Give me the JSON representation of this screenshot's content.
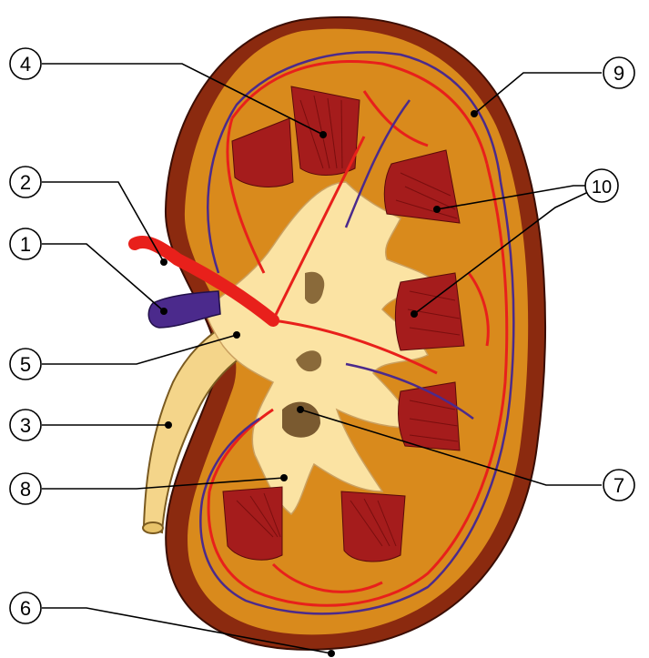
{
  "diagram": {
    "callouts": [
      {
        "id": "c1",
        "label": "1"
      },
      {
        "id": "c2",
        "label": "2"
      },
      {
        "id": "c3",
        "label": "3"
      },
      {
        "id": "c4",
        "label": "4"
      },
      {
        "id": "c5",
        "label": "5"
      },
      {
        "id": "c6",
        "label": "6"
      },
      {
        "id": "c7",
        "label": "7"
      },
      {
        "id": "c8",
        "label": "8"
      },
      {
        "id": "c9",
        "label": "9"
      },
      {
        "id": "c10",
        "label": "10"
      }
    ],
    "colors": {
      "capsule": "#8b2a0f",
      "cortex": "#d98a1c",
      "medulla_pyramid": "#a51c1c",
      "pelvis": "#fbe3a3",
      "artery": "#e8201b",
      "vein": "#4b2a8c",
      "ureter": "#f4d58a"
    }
  }
}
